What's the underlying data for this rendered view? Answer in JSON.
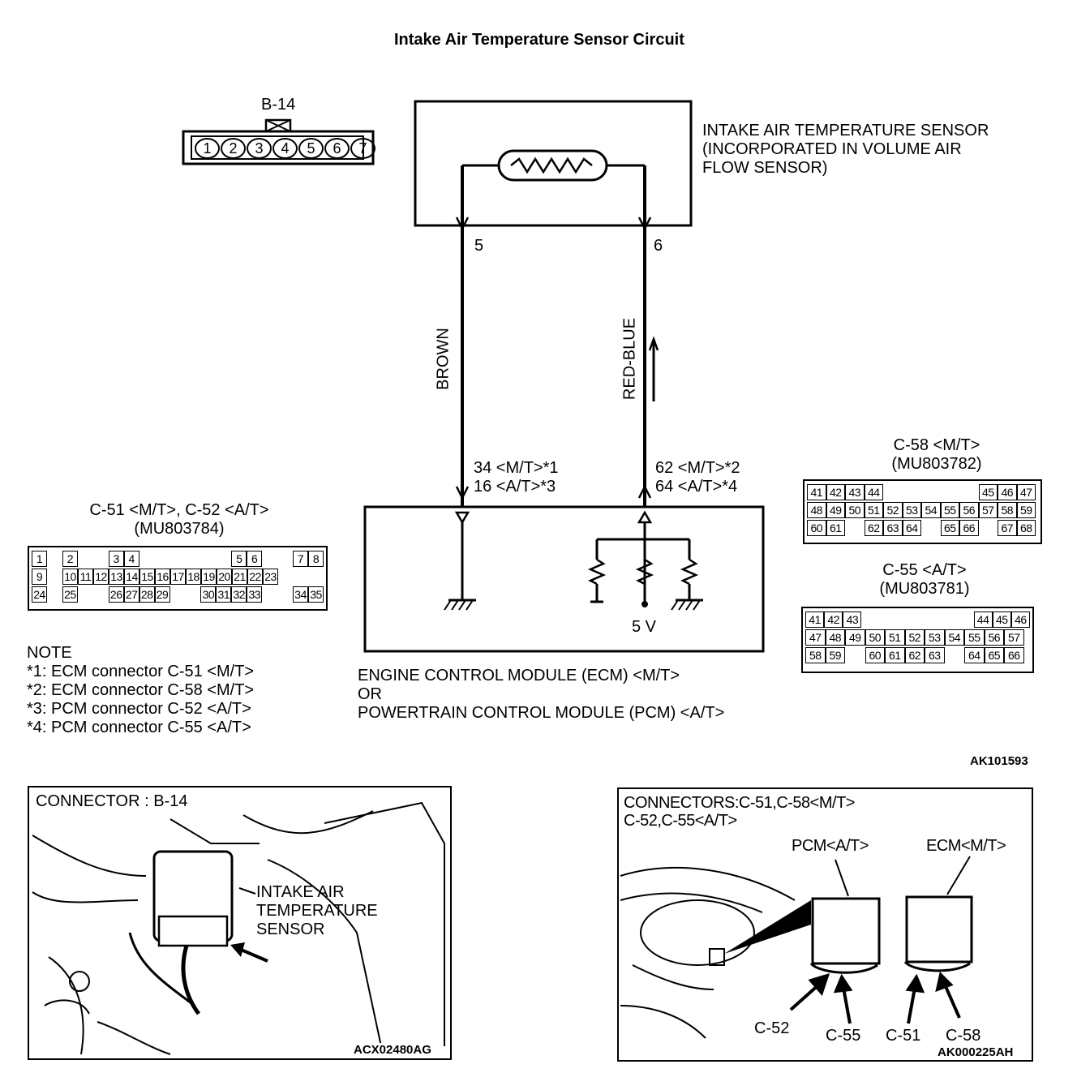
{
  "title": "Intake Air Temperature Sensor Circuit",
  "b14": {
    "label": "B-14",
    "pins": [
      "1",
      "2",
      "3",
      "4",
      "5",
      "6",
      "7"
    ]
  },
  "sensor": {
    "lines": [
      "INTAKE AIR TEMPERATURE SENSOR",
      "(INCORPORATED IN VOLUME AIR",
      "FLOW SENSOR)"
    ]
  },
  "wires": {
    "left": {
      "pin": "5",
      "color": "BROWN",
      "ecm_lines": [
        "34 <M/T>*1",
        "16 <A/T>*3"
      ]
    },
    "right": {
      "pin": "6",
      "color": "RED-BLUE",
      "ecm_lines": [
        "62 <M/T>*2",
        "64 <A/T>*4"
      ]
    }
  },
  "ecm": {
    "voltage": "5 V",
    "lines": [
      "ENGINE CONTROL MODULE (ECM) <M/T>",
      "OR",
      "POWERTRAIN CONTROL MODULE (PCM) <A/T>"
    ]
  },
  "c51": {
    "title_lines": [
      "C-51 <M/T>, C-52 <A/T>",
      "(MU803784)"
    ],
    "rows": [
      [
        "1",
        "",
        "2",
        "",
        "",
        "3",
        "4",
        "",
        "",
        "",
        "",
        "",
        "",
        "5",
        "6",
        "",
        "",
        "7",
        "8"
      ],
      [
        "9",
        "",
        "10",
        "11",
        "12",
        "13",
        "14",
        "15",
        "16",
        "17",
        "18",
        "19",
        "20",
        "21",
        "22",
        "23"
      ],
      [
        "24",
        "",
        "25",
        "",
        "",
        "26",
        "27",
        "28",
        "29",
        "",
        "",
        "30",
        "31",
        "32",
        "33",
        "",
        "",
        "34",
        "35"
      ]
    ]
  },
  "c58": {
    "title_lines": [
      "C-58 <M/T>",
      "(MU803782)"
    ],
    "rows": [
      [
        "41",
        "42",
        "43",
        "44",
        "",
        "",
        "",
        "",
        "",
        "45",
        "46",
        "47"
      ],
      [
        "48",
        "49",
        "50",
        "51",
        "52",
        "53",
        "54",
        "55",
        "56",
        "57",
        "58",
        "59"
      ],
      [
        "60",
        "61",
        "",
        "62",
        "63",
        "64",
        "",
        "65",
        "66",
        "",
        "67",
        "68"
      ]
    ]
  },
  "c55": {
    "title_lines": [
      "C-55 <A/T>",
      "(MU803781)"
    ],
    "rows": [
      [
        "41",
        "42",
        "43",
        "",
        "",
        "",
        "",
        "",
        "",
        "44",
        "45",
        "46"
      ],
      [
        "47",
        "48",
        "49",
        "50",
        "51",
        "52",
        "53",
        "54",
        "55",
        "56",
        "57"
      ],
      [
        "58",
        "59",
        "",
        "60",
        "61",
        "62",
        "63",
        "",
        "64",
        "65",
        "66"
      ]
    ]
  },
  "notes": [
    "NOTE",
    "*1: ECM connector C-51 <M/T>",
    "*2: ECM connector C-58 <M/T>",
    "*3: PCM connector C-52 <A/T>",
    "*4: PCM connector C-55 <A/T>"
  ],
  "ref_main": "AK101593",
  "photo_left": {
    "title": "CONNECTOR : B-14",
    "callout": [
      "INTAKE AIR",
      "TEMPERATURE",
      "SENSOR"
    ],
    "ref": "ACX02480AG"
  },
  "photo_right": {
    "title_lines": [
      "CONNECTORS:C-51,C-58<M/T>",
      "C-52,C-55<A/T>"
    ],
    "pcm": "PCM<A/T>",
    "ecm": "ECM<M/T>",
    "labels": [
      "C-52",
      "C-55",
      "C-51",
      "C-58"
    ],
    "ref": "AK000225AH"
  }
}
